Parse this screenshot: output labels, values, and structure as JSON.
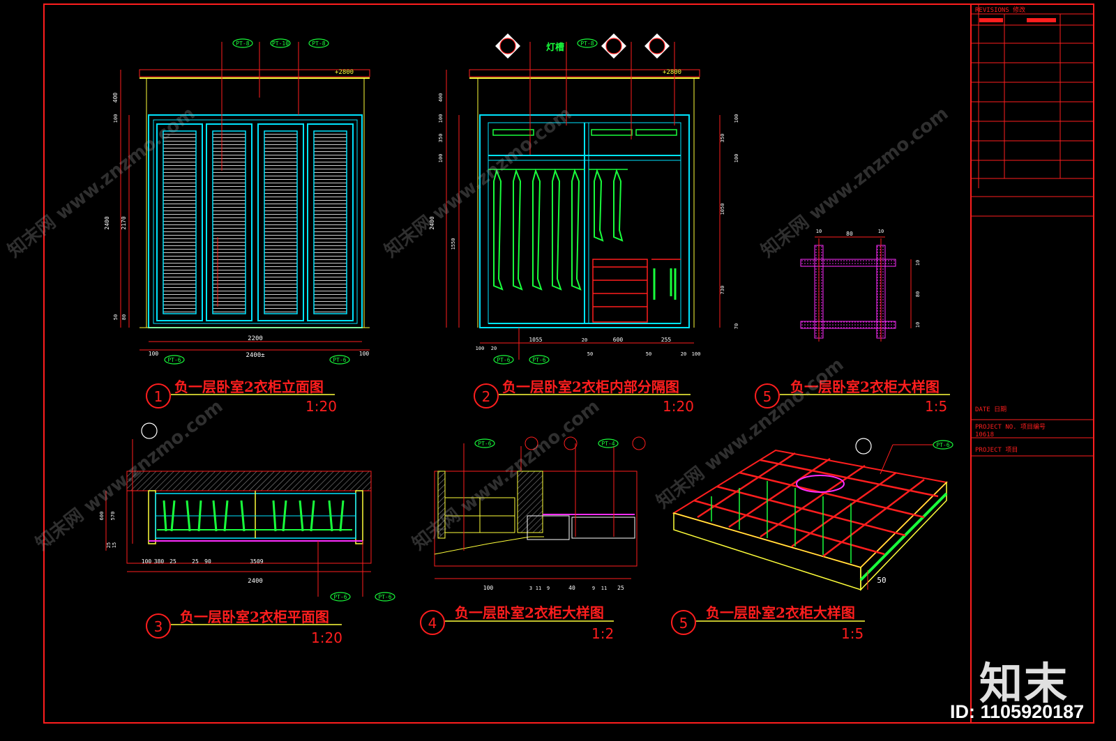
{
  "colors": {
    "frame": "#ff1e1e",
    "cyan": "#00e5ff",
    "green": "#19ff3c",
    "yellow": "#ffff3a",
    "magenta": "#ff2dff",
    "white": "#ffffff",
    "background": "#000000"
  },
  "views": [
    {
      "id": "view-1",
      "number": "1",
      "title": "负一层卧室2衣柜立面图",
      "scale": "1:20"
    },
    {
      "id": "view-2",
      "number": "2",
      "title": "负一层卧室2衣柜内部分隔图",
      "scale": "1:20"
    },
    {
      "id": "view-5a",
      "number": "5",
      "title": "负一层卧室2衣柜大样图",
      "scale": "1:5"
    },
    {
      "id": "view-3",
      "number": "3",
      "title": "负一层卧室2衣柜平面图",
      "scale": "1:20"
    },
    {
      "id": "view-4",
      "number": "4",
      "title": "负一层卧室2衣柜大样图",
      "scale": "1:2"
    },
    {
      "id": "view-5b",
      "number": "5",
      "title": "负一层卧室2衣柜大样图",
      "scale": "1:5"
    }
  ],
  "elevation": {
    "top_tags": [
      "PT-8",
      "PT-10",
      "PT-8"
    ],
    "bottom_tags": [
      "PT-6",
      "PT-6"
    ],
    "dims_vertical": [
      "400",
      "2400",
      "2170",
      "100",
      "50",
      "80"
    ],
    "dims_horizontal": [
      "2200",
      "2400±",
      "100",
      "100"
    ],
    "level_mark": "+2800"
  },
  "interior": {
    "light_trough_label": "灯槽",
    "level_mark": "+2800",
    "dims_bottom": [
      "1055",
      "20",
      "600",
      "255",
      "100",
      "20",
      "50",
      "50",
      "20",
      "100"
    ],
    "dims_right": [
      "100",
      "350",
      "100",
      "1050",
      "730",
      "70"
    ],
    "dims_left": [
      "400",
      "100",
      "350",
      "100",
      "2400",
      "1550"
    ],
    "bottom_tags": [
      "PT-6",
      "PT-6"
    ],
    "top_tags": [
      "PT-8"
    ]
  },
  "detail5a": {
    "dims_top": [
      "10",
      "80",
      "10"
    ],
    "dims_right": [
      "10",
      "80",
      "10"
    ]
  },
  "plan": {
    "dims_bottom": [
      "100",
      "380",
      "25",
      "25",
      "90",
      "3509",
      "2400"
    ],
    "dims_left": [
      "600",
      "570",
      "25",
      "15"
    ],
    "bottom_tags": [
      "PT-6",
      "PT-6"
    ]
  },
  "detail4": {
    "top_tags": [
      "PT-6",
      "PT-4"
    ],
    "dims_bottom": [
      "100",
      "3",
      "11",
      "9",
      "40",
      "9",
      "11",
      "25"
    ]
  },
  "detail5b": {
    "dim_side": "50",
    "tag": "PT-6"
  },
  "title_block": {
    "revisions_label": "REVISIONS 修改",
    "date_label": "DATE 日期",
    "project_no_label": "PROJECT NO. 项目编号",
    "project_no": "10618",
    "project_label": "PROJECT 项目"
  },
  "watermark": {
    "text": "知末网 www.znzmo.com"
  },
  "brand": {
    "logo": "知末",
    "id": "ID: 1105920187"
  }
}
